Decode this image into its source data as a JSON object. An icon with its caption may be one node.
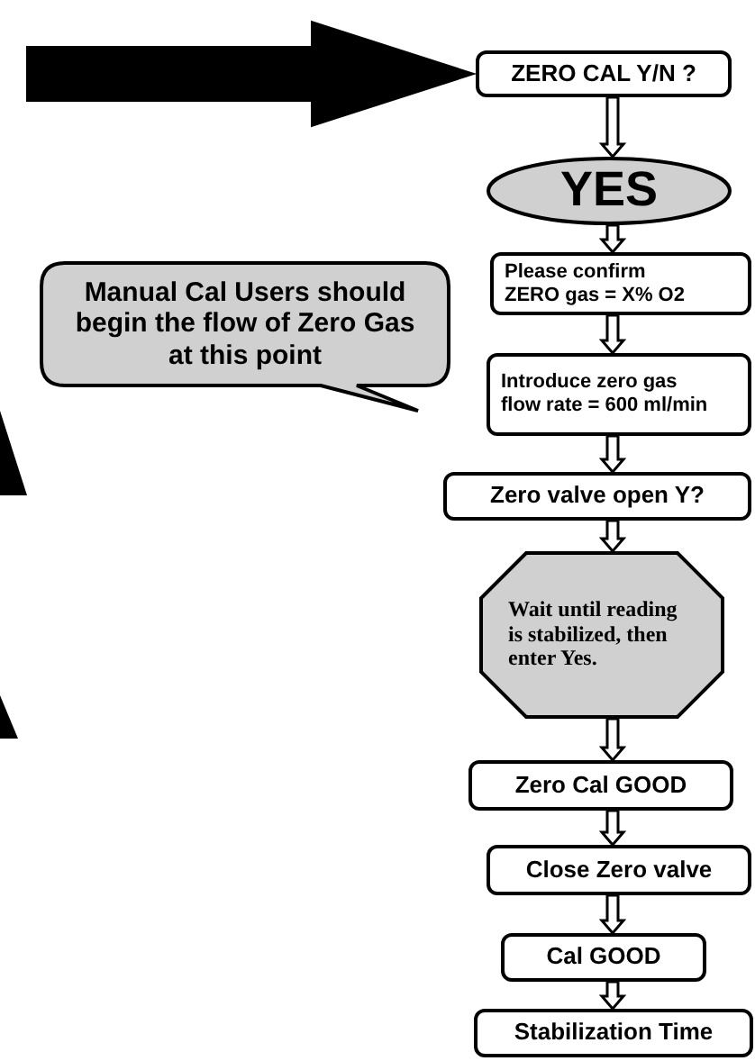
{
  "diagram": {
    "nodes": [
      {
        "text": [
          "ZERO CAL Y/N ?"
        ]
      },
      {
        "text": [
          "YES"
        ]
      },
      {
        "text": [
          "Please confirm ZERO gas = X% O2"
        ]
      },
      {
        "text": [
          "Introduce zero gas flow rate = 600 ml/min"
        ]
      },
      {
        "text": [
          "Zero valve open Y?"
        ]
      },
      {
        "text": [
          "Wait until reading is stabilized, then enter Yes."
        ]
      },
      {
        "text": [
          "Zero Cal GOOD"
        ]
      },
      {
        "text": [
          "Close Zero valve"
        ]
      },
      {
        "text": [
          "Cal GOOD"
        ]
      },
      {
        "text": [
          "Stabilization Time"
        ]
      },
      {
        "text": [
          "Manual Cal Users should begin the flow of Zero Gas at this point"
        ]
      }
    ],
    "edges": [
      {
        "from": null,
        "to": 0,
        "arrow": "to",
        "style": "thick"
      },
      {
        "from": 0,
        "to": 1,
        "arrow": "to"
      },
      {
        "from": 1,
        "to": 2,
        "arrow": "to"
      },
      {
        "from": 2,
        "to": 3,
        "arrow": "to"
      },
      {
        "from": 3,
        "to": 4,
        "arrow": "to"
      },
      {
        "from": 4,
        "to": 5,
        "arrow": "to"
      },
      {
        "from": 5,
        "to": 6,
        "arrow": "to"
      },
      {
        "from": 6,
        "to": 7,
        "arrow": "to"
      },
      {
        "from": 7,
        "to": 8,
        "arrow": "to"
      },
      {
        "from": 8,
        "to": 9,
        "arrow": "to"
      }
    ]
  }
}
